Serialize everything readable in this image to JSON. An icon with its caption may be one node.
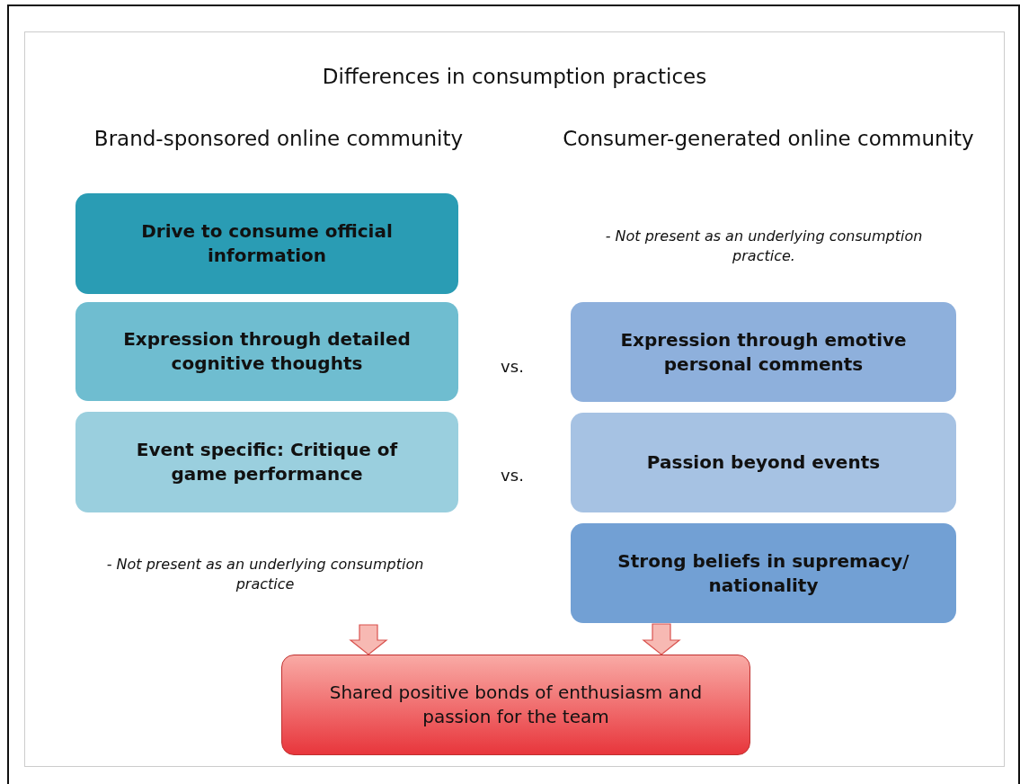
{
  "diagram": {
    "title": "Differences in consumption practices",
    "nodes": [
      {
        "text": [
          "Drive to consume official information"
        ]
      },
      {
        "text": [
          "Expression through detailed cognitive thoughts"
        ]
      },
      {
        "text": [
          "Event specific: Critique of game performance"
        ]
      },
      {
        "text": [
          "Expression through emotive personal comments"
        ]
      },
      {
        "text": [
          "Passion beyond events"
        ]
      },
      {
        "text": [
          "Strong beliefs in supremacy/ nationality"
        ]
      },
      {
        "text": [
          "Shared positive bonds of enthusiasm and passion for the team"
        ]
      }
    ],
    "edges": [
      {
        "from": null,
        "to": 6,
        "arrow": "to"
      },
      {
        "from": 5,
        "to": 6,
        "arrow": "to"
      }
    ],
    "labels": [
      "Brand-sponsored online community",
      "Consumer-generated online community",
      "- Not present as an underlying consumption practice.",
      "vs.",
      "vs.",
      "- Not present as an underlying consumption practice"
    ]
  }
}
